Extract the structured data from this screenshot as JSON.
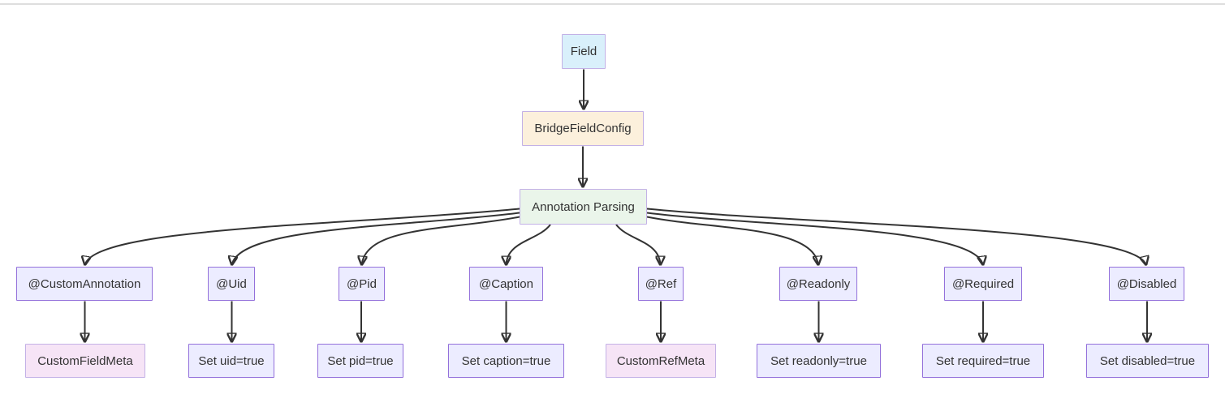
{
  "page": {
    "background": "#ffffff",
    "top_divider_color": "#dedede"
  },
  "diagram": {
    "type": "flowchart",
    "direction": "top-down",
    "colors": {
      "edge": "#333333",
      "text": "#333333",
      "default_node_fill": "#ECECFF",
      "default_node_border": "#9370DB",
      "styled_node_border": "#C3B1E6",
      "blue_fill": "#D9F0FB",
      "cream_fill": "#FCF0DC",
      "green_fill": "#EAF5EA",
      "pink_fill": "#F6E4F6"
    },
    "nodes": [
      {
        "id": "Field",
        "label": "Field",
        "style": "blue"
      },
      {
        "id": "BridgeFieldConfig",
        "label": "BridgeFieldConfig",
        "style": "cream"
      },
      {
        "id": "AnnotationParsing",
        "label": "Annotation Parsing",
        "style": "green"
      },
      {
        "id": "CustomAnnotation",
        "label": "@CustomAnnotation",
        "style": "lavender"
      },
      {
        "id": "Uid",
        "label": "@Uid",
        "style": "lavender"
      },
      {
        "id": "Pid",
        "label": "@Pid",
        "style": "lavender"
      },
      {
        "id": "Caption",
        "label": "@Caption",
        "style": "lavender"
      },
      {
        "id": "Ref",
        "label": "@Ref",
        "style": "lavender"
      },
      {
        "id": "Readonly",
        "label": "@Readonly",
        "style": "lavender"
      },
      {
        "id": "Required",
        "label": "@Required",
        "style": "lavender"
      },
      {
        "id": "Disabled",
        "label": "@Disabled",
        "style": "lavender"
      },
      {
        "id": "CustomFieldMeta",
        "label": "CustomFieldMeta",
        "style": "pink"
      },
      {
        "id": "SetUid",
        "label": "Set uid=true",
        "style": "lavender"
      },
      {
        "id": "SetPid",
        "label": "Set pid=true",
        "style": "lavender"
      },
      {
        "id": "SetCaption",
        "label": "Set caption=true",
        "style": "lavender"
      },
      {
        "id": "CustomRefMeta",
        "label": "CustomRefMeta",
        "style": "pink"
      },
      {
        "id": "SetReadonly",
        "label": "Set readonly=true",
        "style": "lavender"
      },
      {
        "id": "SetRequired",
        "label": "Set required=true",
        "style": "lavender"
      },
      {
        "id": "SetDisabled",
        "label": "Set disabled=true",
        "style": "lavender"
      }
    ],
    "edges": [
      {
        "from": "Field",
        "to": "BridgeFieldConfig"
      },
      {
        "from": "BridgeFieldConfig",
        "to": "AnnotationParsing"
      },
      {
        "from": "AnnotationParsing",
        "to": "CustomAnnotation"
      },
      {
        "from": "AnnotationParsing",
        "to": "Uid"
      },
      {
        "from": "AnnotationParsing",
        "to": "Pid"
      },
      {
        "from": "AnnotationParsing",
        "to": "Caption"
      },
      {
        "from": "AnnotationParsing",
        "to": "Ref"
      },
      {
        "from": "AnnotationParsing",
        "to": "Readonly"
      },
      {
        "from": "AnnotationParsing",
        "to": "Required"
      },
      {
        "from": "AnnotationParsing",
        "to": "Disabled"
      },
      {
        "from": "CustomAnnotation",
        "to": "CustomFieldMeta"
      },
      {
        "from": "Uid",
        "to": "SetUid"
      },
      {
        "from": "Pid",
        "to": "SetPid"
      },
      {
        "from": "Caption",
        "to": "SetCaption"
      },
      {
        "from": "Ref",
        "to": "CustomRefMeta"
      },
      {
        "from": "Readonly",
        "to": "SetReadonly"
      },
      {
        "from": "Required",
        "to": "SetRequired"
      },
      {
        "from": "Disabled",
        "to": "SetDisabled"
      }
    ]
  }
}
